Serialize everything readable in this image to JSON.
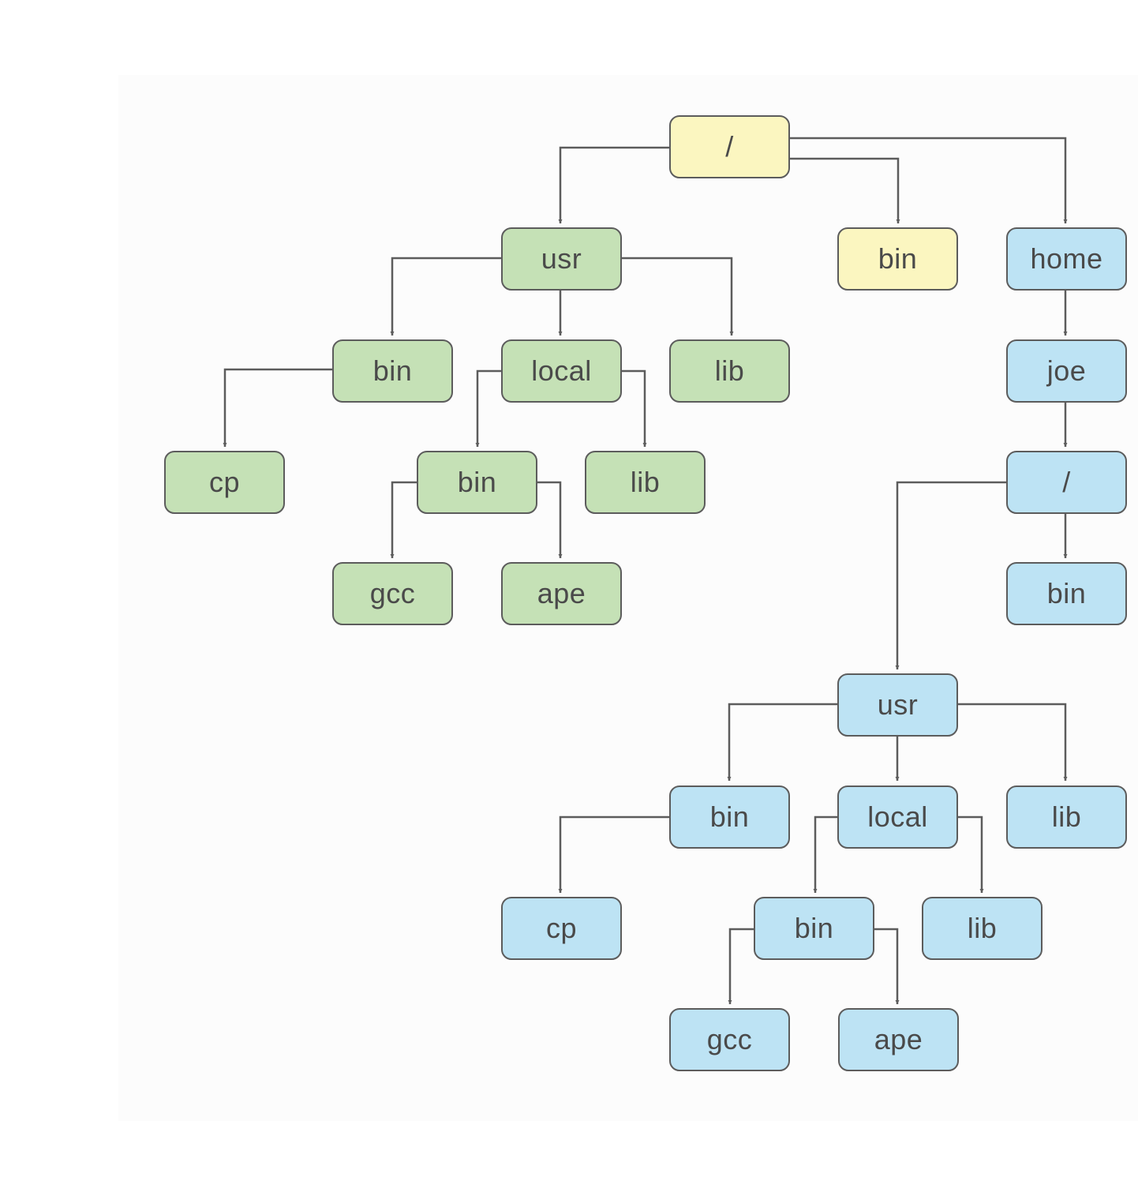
{
  "diagram": {
    "colors": {
      "yellow": "#fbf6c0",
      "green": "#c5e1b6",
      "blue": "#bde3f4",
      "stroke": "#5c5c5c",
      "text": "#4a4a4a"
    },
    "nodes": {
      "root": {
        "label": "/",
        "group": "yellow"
      },
      "root_bin": {
        "label": "bin",
        "group": "yellow"
      },
      "usr": {
        "label": "usr",
        "group": "green"
      },
      "usr_bin": {
        "label": "bin",
        "group": "green"
      },
      "usr_local": {
        "label": "local",
        "group": "green"
      },
      "usr_lib": {
        "label": "lib",
        "group": "green"
      },
      "usr_bin_cp": {
        "label": "cp",
        "group": "green"
      },
      "local_bin": {
        "label": "bin",
        "group": "green"
      },
      "local_lib": {
        "label": "lib",
        "group": "green"
      },
      "local_bin_gcc": {
        "label": "gcc",
        "group": "green"
      },
      "local_bin_ape": {
        "label": "ape",
        "group": "green"
      },
      "home": {
        "label": "home",
        "group": "blue"
      },
      "joe": {
        "label": "joe",
        "group": "blue"
      },
      "joe_root": {
        "label": "/",
        "group": "blue"
      },
      "joe_bin": {
        "label": "bin",
        "group": "blue"
      },
      "joe_usr": {
        "label": "usr",
        "group": "blue"
      },
      "joe_usr_bin": {
        "label": "bin",
        "group": "blue"
      },
      "joe_usr_local": {
        "label": "local",
        "group": "blue"
      },
      "joe_usr_lib": {
        "label": "lib",
        "group": "blue"
      },
      "joe_cp": {
        "label": "cp",
        "group": "blue"
      },
      "joe_local_bin": {
        "label": "bin",
        "group": "blue"
      },
      "joe_local_lib": {
        "label": "lib",
        "group": "blue"
      },
      "joe_gcc": {
        "label": "gcc",
        "group": "blue"
      },
      "joe_ape": {
        "label": "ape",
        "group": "blue"
      }
    },
    "edges": [
      [
        "root",
        "usr"
      ],
      [
        "root",
        "root_bin"
      ],
      [
        "root",
        "home"
      ],
      [
        "usr",
        "usr_bin"
      ],
      [
        "usr",
        "usr_local"
      ],
      [
        "usr",
        "usr_lib"
      ],
      [
        "usr_bin",
        "usr_bin_cp"
      ],
      [
        "usr_local",
        "local_bin"
      ],
      [
        "usr_local",
        "local_lib"
      ],
      [
        "local_bin",
        "local_bin_gcc"
      ],
      [
        "local_bin",
        "local_bin_ape"
      ],
      [
        "home",
        "joe"
      ],
      [
        "joe",
        "joe_root"
      ],
      [
        "joe_root",
        "joe_bin"
      ],
      [
        "joe_root",
        "joe_usr"
      ],
      [
        "joe_usr",
        "joe_usr_bin"
      ],
      [
        "joe_usr",
        "joe_usr_local"
      ],
      [
        "joe_usr",
        "joe_usr_lib"
      ],
      [
        "joe_usr_bin",
        "joe_cp"
      ],
      [
        "joe_usr_local",
        "joe_local_bin"
      ],
      [
        "joe_usr_local",
        "joe_local_lib"
      ],
      [
        "joe_local_bin",
        "joe_gcc"
      ],
      [
        "joe_local_bin",
        "joe_ape"
      ]
    ]
  }
}
